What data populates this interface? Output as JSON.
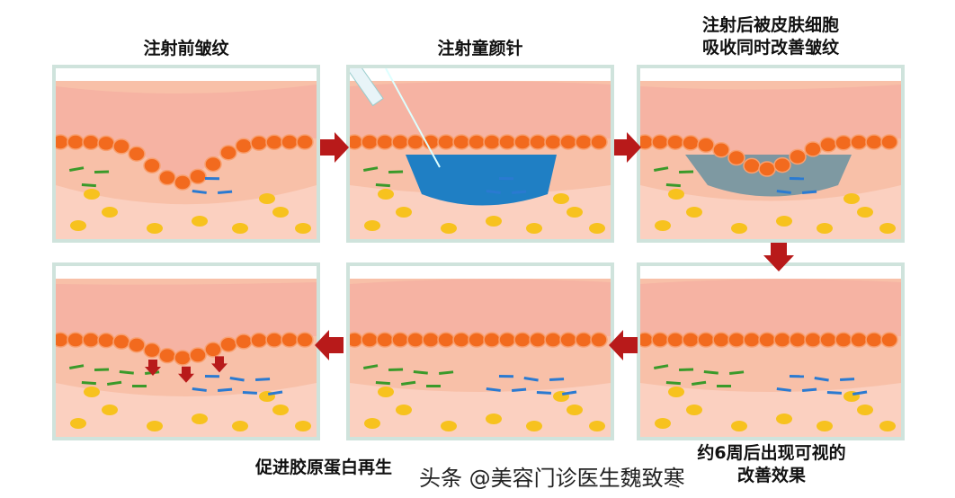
{
  "steps": [
    {
      "title": "注射前皱纹",
      "state": "wrinkle"
    },
    {
      "title": "注射童颜针",
      "state": "injection"
    },
    {
      "title": "注射后被皮肤细胞\n吸收同时改善皱纹",
      "state": "absorbing"
    },
    {
      "title": "约6周后出现可视的\n改善效果",
      "state": "collagen-growing"
    },
    {
      "title": "",
      "state": "collagen-growing"
    },
    {
      "title": "促进胶原蛋白再生",
      "state": "collagen-regenerated"
    }
  ],
  "colors": {
    "border": "#cfe3dc",
    "skin_top": "#f6b3a3",
    "cell_layer": "#f26a1e",
    "dermis": "#f8c0a8",
    "filler": "#1f7fc4",
    "fat": "#f7c21e",
    "arrow": "#b81a1a"
  },
  "watermark": "头条 @美容门诊医生魏致寒"
}
